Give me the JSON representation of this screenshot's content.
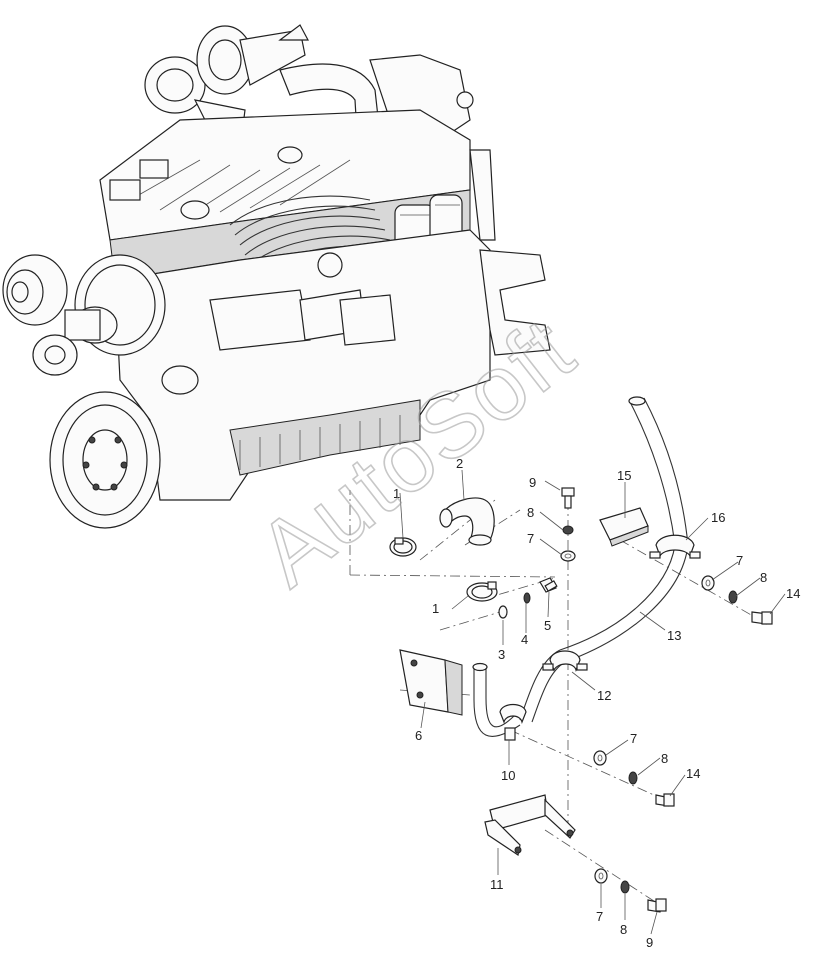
{
  "watermark": "AutoSoft",
  "callouts": [
    {
      "id": "c1a",
      "text": "1"
    },
    {
      "id": "c2",
      "text": "2"
    },
    {
      "id": "c9a",
      "text": "9"
    },
    {
      "id": "c15",
      "text": "15"
    },
    {
      "id": "c8a",
      "text": "8"
    },
    {
      "id": "c16",
      "text": "16"
    },
    {
      "id": "c7a",
      "text": "7"
    },
    {
      "id": "c7b",
      "text": "7"
    },
    {
      "id": "c8b",
      "text": "8"
    },
    {
      "id": "c14a",
      "text": "14"
    },
    {
      "id": "c1b",
      "text": "1"
    },
    {
      "id": "c5",
      "text": "5"
    },
    {
      "id": "c4",
      "text": "4"
    },
    {
      "id": "c13",
      "text": "13"
    },
    {
      "id": "c3",
      "text": "3"
    },
    {
      "id": "c12",
      "text": "12"
    },
    {
      "id": "c6",
      "text": "6"
    },
    {
      "id": "c7c",
      "text": "7"
    },
    {
      "id": "c10",
      "text": "10"
    },
    {
      "id": "c8c",
      "text": "8"
    },
    {
      "id": "c14b",
      "text": "14"
    },
    {
      "id": "c11",
      "text": "11"
    },
    {
      "id": "c7d",
      "text": "7"
    },
    {
      "id": "c8d",
      "text": "8"
    },
    {
      "id": "c9b",
      "text": "9"
    }
  ]
}
